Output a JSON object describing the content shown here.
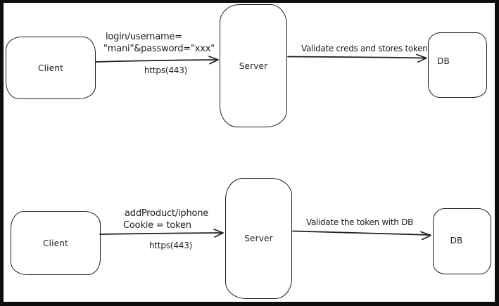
{
  "colors": {
    "stroke": "#1e1e1e",
    "canvas": "#ffffff",
    "frame": "#0d0d0d"
  },
  "flows": [
    {
      "client": "Client",
      "server": "Server",
      "db": "DB",
      "client_server": {
        "line1": "login/username=",
        "line2": "\"mani\"&password=\"xxx\"",
        "protocol": "https(443)"
      },
      "server_db": "Validate creds and stores token"
    },
    {
      "client": "Client",
      "server": "Server",
      "db": "DB",
      "client_server": {
        "line1": "addProduct/iphone",
        "line2": "Cookie = token",
        "protocol": "https(443)"
      },
      "server_db": "Validate the token with DB"
    }
  ]
}
